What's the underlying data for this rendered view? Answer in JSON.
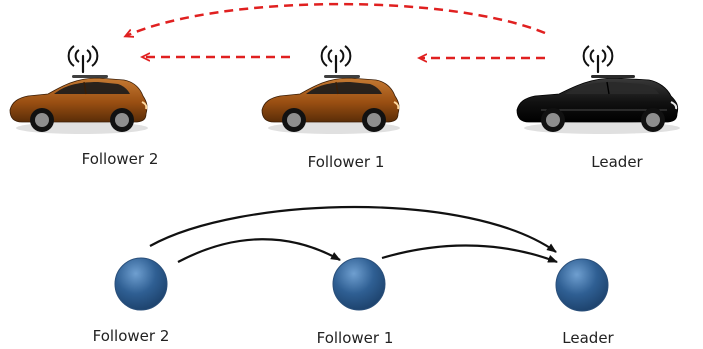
{
  "vehicles": [
    {
      "id": "follower2",
      "label": "Follower 2",
      "color": "#9a4f12"
    },
    {
      "id": "follower1",
      "label": "Follower 1",
      "color": "#9a4f12"
    },
    {
      "id": "leader",
      "label": "Leader",
      "color": "#111111"
    }
  ],
  "nodes": [
    {
      "id": "follower2",
      "label": "Follower 2"
    },
    {
      "id": "follower1",
      "label": "Follower 1"
    },
    {
      "id": "leader",
      "label": "Leader"
    }
  ],
  "communication_links": [
    {
      "from": "leader",
      "to": "follower1",
      "style": "dashed"
    },
    {
      "from": "follower1",
      "to": "follower2",
      "style": "dashed"
    },
    {
      "from": "leader",
      "to": "follower2",
      "style": "dashed"
    }
  ],
  "graph_edges": [
    {
      "from": "follower2",
      "to": "follower1"
    },
    {
      "from": "follower1",
      "to": "leader"
    },
    {
      "from": "follower2",
      "to": "leader"
    }
  ],
  "colors": {
    "comm_arrow": "#e02020",
    "graph_arrow": "#111111",
    "node_fill": "#2f5f93",
    "node_highlight": "#6f9fd0",
    "orange_car": "#9a4f12",
    "black_car": "#111111"
  },
  "icons": {
    "antenna": "antenna-signal-icon",
    "car": "car-icon"
  }
}
